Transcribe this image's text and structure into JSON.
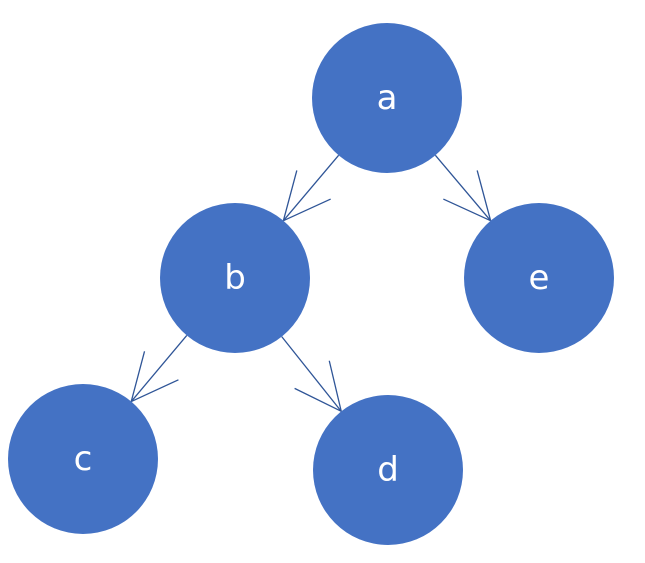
{
  "diagram": {
    "type": "tree",
    "node_color": "#4472c4",
    "edge_color": "#2f5597",
    "label_color": "#ffffff",
    "nodes": [
      {
        "id": "a",
        "label": "a"
      },
      {
        "id": "b",
        "label": "b"
      },
      {
        "id": "c",
        "label": "c"
      },
      {
        "id": "d",
        "label": "d"
      },
      {
        "id": "e",
        "label": "e"
      }
    ],
    "edges": [
      {
        "from": "a",
        "to": "b"
      },
      {
        "from": "a",
        "to": "e"
      },
      {
        "from": "b",
        "to": "c"
      },
      {
        "from": "b",
        "to": "d"
      }
    ]
  }
}
